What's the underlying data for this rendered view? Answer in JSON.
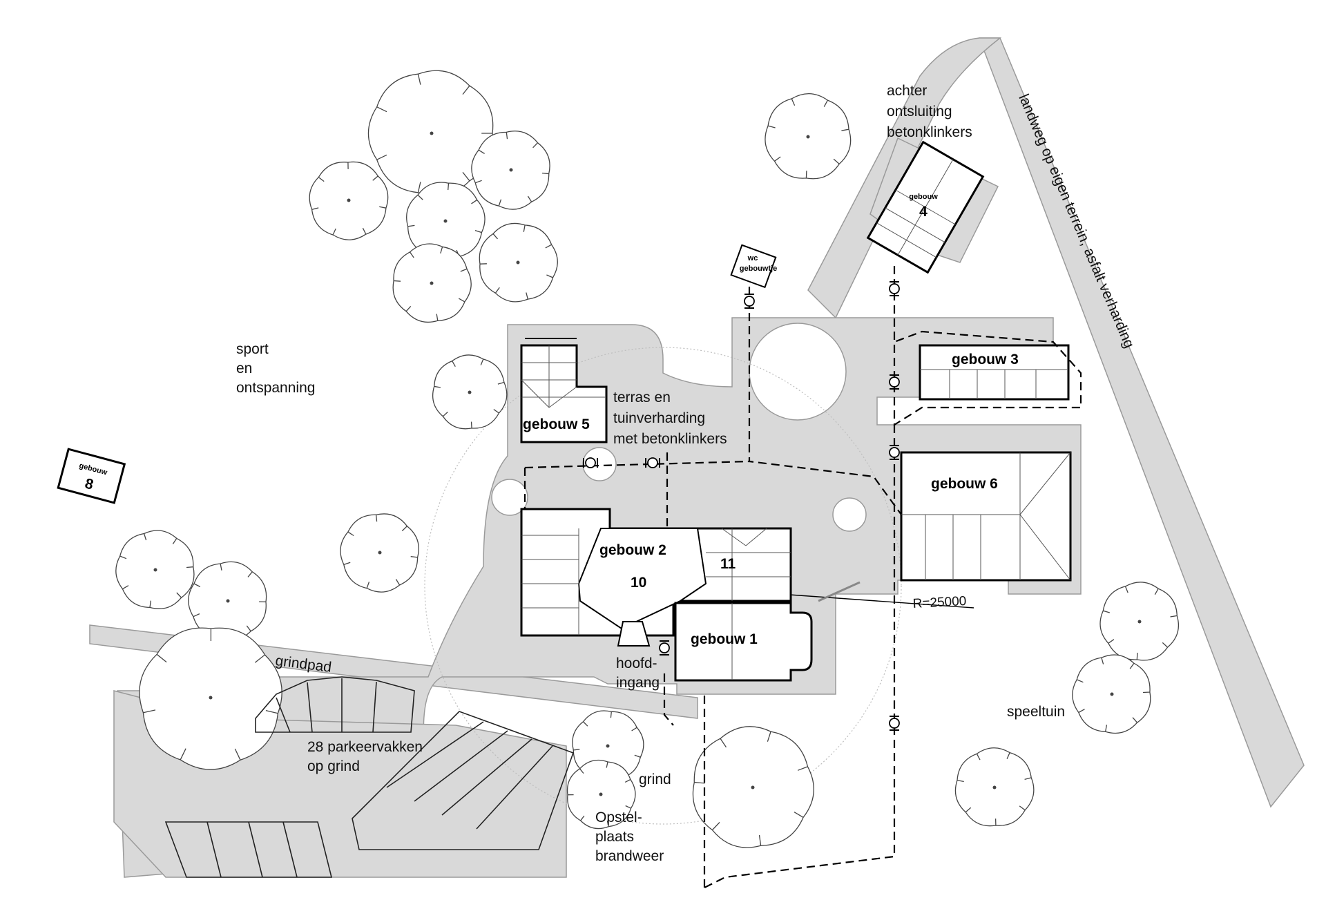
{
  "labels": {
    "sport": [
      "sport",
      "en",
      "ontspanning"
    ],
    "achter": [
      "achter",
      "ontsluiting",
      "betonklinkers"
    ],
    "landweg": "landweg op eigen terrein, asfalt verharding",
    "terras": [
      "terras en",
      "tuinverharding",
      "met betonklinkers"
    ],
    "grindpad": "grindpad",
    "parkeer": [
      "28 parkeervakken",
      "op grind"
    ],
    "grind": "grind",
    "opstel": [
      "Opstel-",
      "plaats",
      "brandweer"
    ],
    "hoofdingang": [
      "hoofd-",
      "ingang"
    ],
    "speeltuin": "speeltuin",
    "radius": "R=25000",
    "wc": [
      "wc",
      "gebouwtje"
    ]
  },
  "buildings": {
    "g1": "gebouw 1",
    "g2": "gebouw 2",
    "g3": "gebouw 3",
    "g4": [
      "gebouw",
      "4"
    ],
    "g5": "gebouw 5",
    "g6": "gebouw 6",
    "g8": [
      "gebouw",
      "8"
    ],
    "n10": "10",
    "n11": "11"
  },
  "colors": {
    "pavement": "#d9d9d9",
    "outline": "#000000"
  }
}
